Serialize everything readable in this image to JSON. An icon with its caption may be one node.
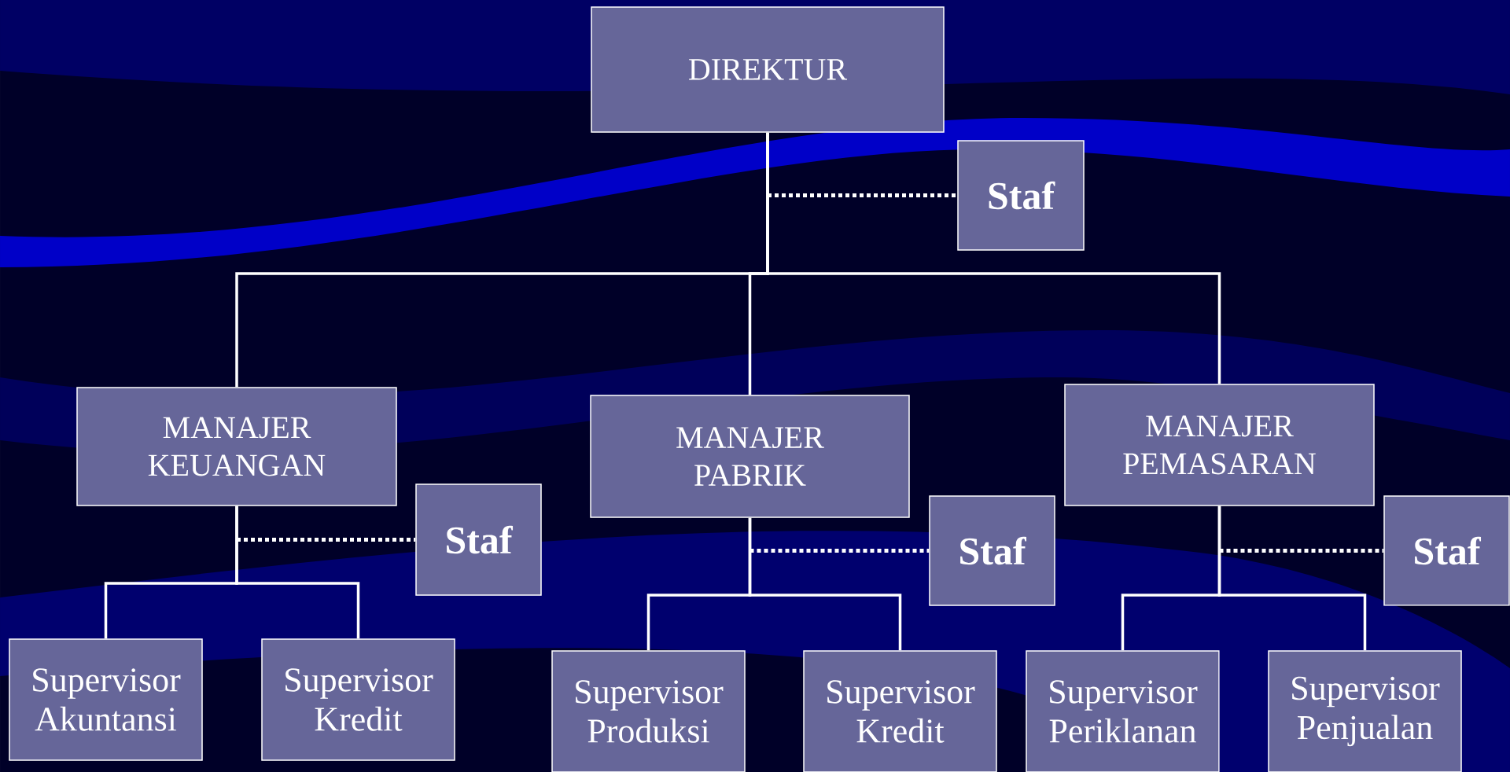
{
  "diagram": {
    "nodes": [
      {
        "text": [
          "DIREKTUR"
        ]
      },
      {
        "text": [
          "Staf"
        ]
      },
      {
        "text": [
          "MANAJER KEUANGAN"
        ]
      },
      {
        "text": [
          "Staf"
        ]
      },
      {
        "text": [
          "MANAJER PABRIK"
        ]
      },
      {
        "text": [
          "Staf"
        ]
      },
      {
        "text": [
          "MANAJER PEMASARAN"
        ]
      },
      {
        "text": [
          "Staf"
        ]
      },
      {
        "text": [
          "Supervisor Akuntansi"
        ]
      },
      {
        "text": [
          "Supervisor Kredit"
        ]
      },
      {
        "text": [
          "Supervisor Produksi"
        ]
      },
      {
        "text": [
          "Supervisor Kredit"
        ]
      },
      {
        "text": [
          "Supervisor Periklanan"
        ]
      },
      {
        "text": [
          "Supervisor Penjualan"
        ]
      }
    ],
    "edges": [
      {
        "from": 0,
        "to": 1,
        "arrow": "none",
        "style": "dashed"
      },
      {
        "from": 0,
        "to": 2,
        "arrow": "none"
      },
      {
        "from": 0,
        "to": 4,
        "arrow": "none"
      },
      {
        "from": 0,
        "to": 6,
        "arrow": "none"
      },
      {
        "from": 2,
        "to": 3,
        "arrow": "none",
        "style": "dashed"
      },
      {
        "from": 2,
        "to": 8,
        "arrow": "none"
      },
      {
        "from": 2,
        "to": 9,
        "arrow": "none"
      },
      {
        "from": 4,
        "to": 5,
        "arrow": "none",
        "style": "dashed"
      },
      {
        "from": 4,
        "to": 10,
        "arrow": "none"
      },
      {
        "from": 4,
        "to": 11,
        "arrow": "none"
      },
      {
        "from": 6,
        "to": 7,
        "arrow": "none",
        "style": "dashed"
      },
      {
        "from": 6,
        "to": 12,
        "arrow": "none"
      },
      {
        "from": 6,
        "to": 13,
        "arrow": "none"
      }
    ]
  }
}
